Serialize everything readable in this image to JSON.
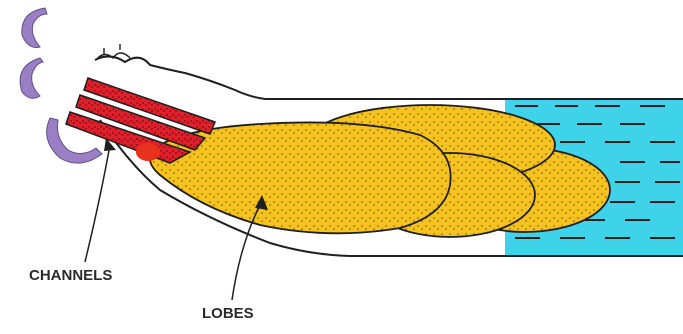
{
  "labels": {
    "channels": "CHANNELS",
    "lobes": "LOBES"
  },
  "colors": {
    "background": "#ffffff",
    "water": "#3fd3ea",
    "lobe_fill": "#f6c21e",
    "channel_fill": "#e11f2b",
    "outline": "#1f1f1f",
    "arc_fill": "#9a7fc4"
  },
  "icons": [
    "purple-arc-shape",
    "red-channel-shape",
    "yellow-lobe-shape",
    "water-body-shape"
  ]
}
